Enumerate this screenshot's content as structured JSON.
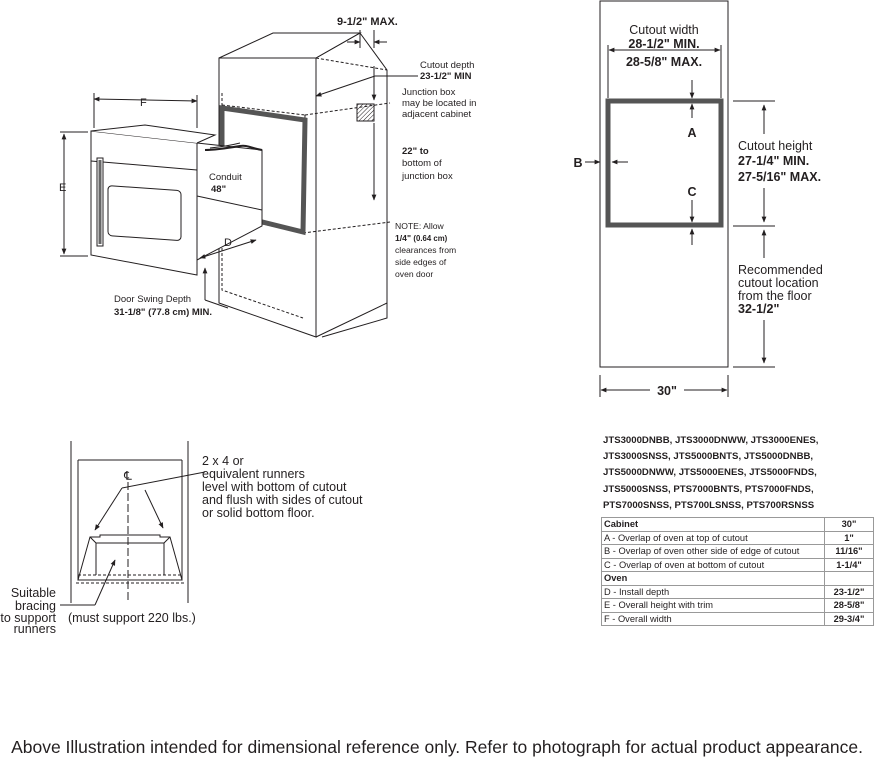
{
  "oven_diagram": {
    "f_label": "F",
    "e_label": "E",
    "d_label": "D",
    "top_dim": "9-1/2\" MAX.",
    "cutout_depth_1": "Cutout depth",
    "cutout_depth_2": "23-1/2\" MIN",
    "junction_1": "Junction box",
    "junction_2": "may be located in",
    "junction_3": "adjacent cabinet",
    "jbox_dist_1": "22\" to",
    "jbox_dist_2": "bottom of",
    "jbox_dist_3": "junction box",
    "conduit_1": "Conduit",
    "conduit_2": "48\"",
    "note_1": "NOTE: Allow",
    "note_2a": "1/4\"",
    "note_2b": "(0.64 cm)",
    "note_3": "clearances from",
    "note_4": "side edges of",
    "note_5": "oven door",
    "swing_1": "Door Swing Depth",
    "swing_2": "31-1/8\" (77.8 cm) MIN."
  },
  "cutout_diagram": {
    "width_title": "Cutout width",
    "width_min": "28-1/2\" MIN.",
    "width_max": "28-5/8\" MAX.",
    "a_label": "A",
    "b_label": "B",
    "c_label": "C",
    "height_title": "Cutout height",
    "height_min": "27-1/4\" MIN.",
    "height_max": "27-5/16\" MAX.",
    "rec_1": "Recommended",
    "rec_2": "cutout location",
    "rec_3": "from the floor",
    "rec_4": "32-1/2\"",
    "width_30": "30\""
  },
  "runner_diagram": {
    "centerline": "℄",
    "runners_1": "2 x 4 or",
    "runners_2": "equivalent runners",
    "runners_3": "level with bottom of cutout",
    "runners_4": "and flush with sides of cutout",
    "runners_5": "or solid bottom floor.",
    "bracing_1": "Suitable",
    "bracing_2": "bracing",
    "bracing_3": "to support",
    "bracing_4": "runners",
    "support": "(must support 220 lbs.)"
  },
  "models": [
    "JTS3000DNBB, JTS3000DNWW, JTS3000ENES,",
    "JTS3000SNSS, JTS5000BNTS, JTS5000DNBB,",
    "JTS5000DNWW, JTS5000ENES, JTS5000FNDS,",
    "JTS5000SNSS, PTS7000BNTS, PTS7000FNDS,",
    "PTS7000SNSS, PTS700LSNSS, PTS700RSNSS"
  ],
  "spec_table": {
    "cabinet_header": "Cabinet",
    "cabinet_value": "30\"",
    "cabinet_rows": [
      {
        "label": "A - Overlap of oven at top of cutout",
        "value": "1\""
      },
      {
        "label": "B - Overlap of oven other side of edge of cutout",
        "value": "11/16\""
      },
      {
        "label": "C - Overlap of oven at bottom of cutout",
        "value": "1-1/4\""
      }
    ],
    "oven_header": "Oven",
    "oven_rows": [
      {
        "label": "D - Install depth",
        "value": "23-1/2\""
      },
      {
        "label": "E - Overall height with trim",
        "value": "28-5/8\""
      },
      {
        "label": "F - Overall width",
        "value": "29-3/4\""
      }
    ]
  },
  "disclaimer": "Above Illustration intended for dimensional reference only. Refer to photograph for actual product appearance."
}
